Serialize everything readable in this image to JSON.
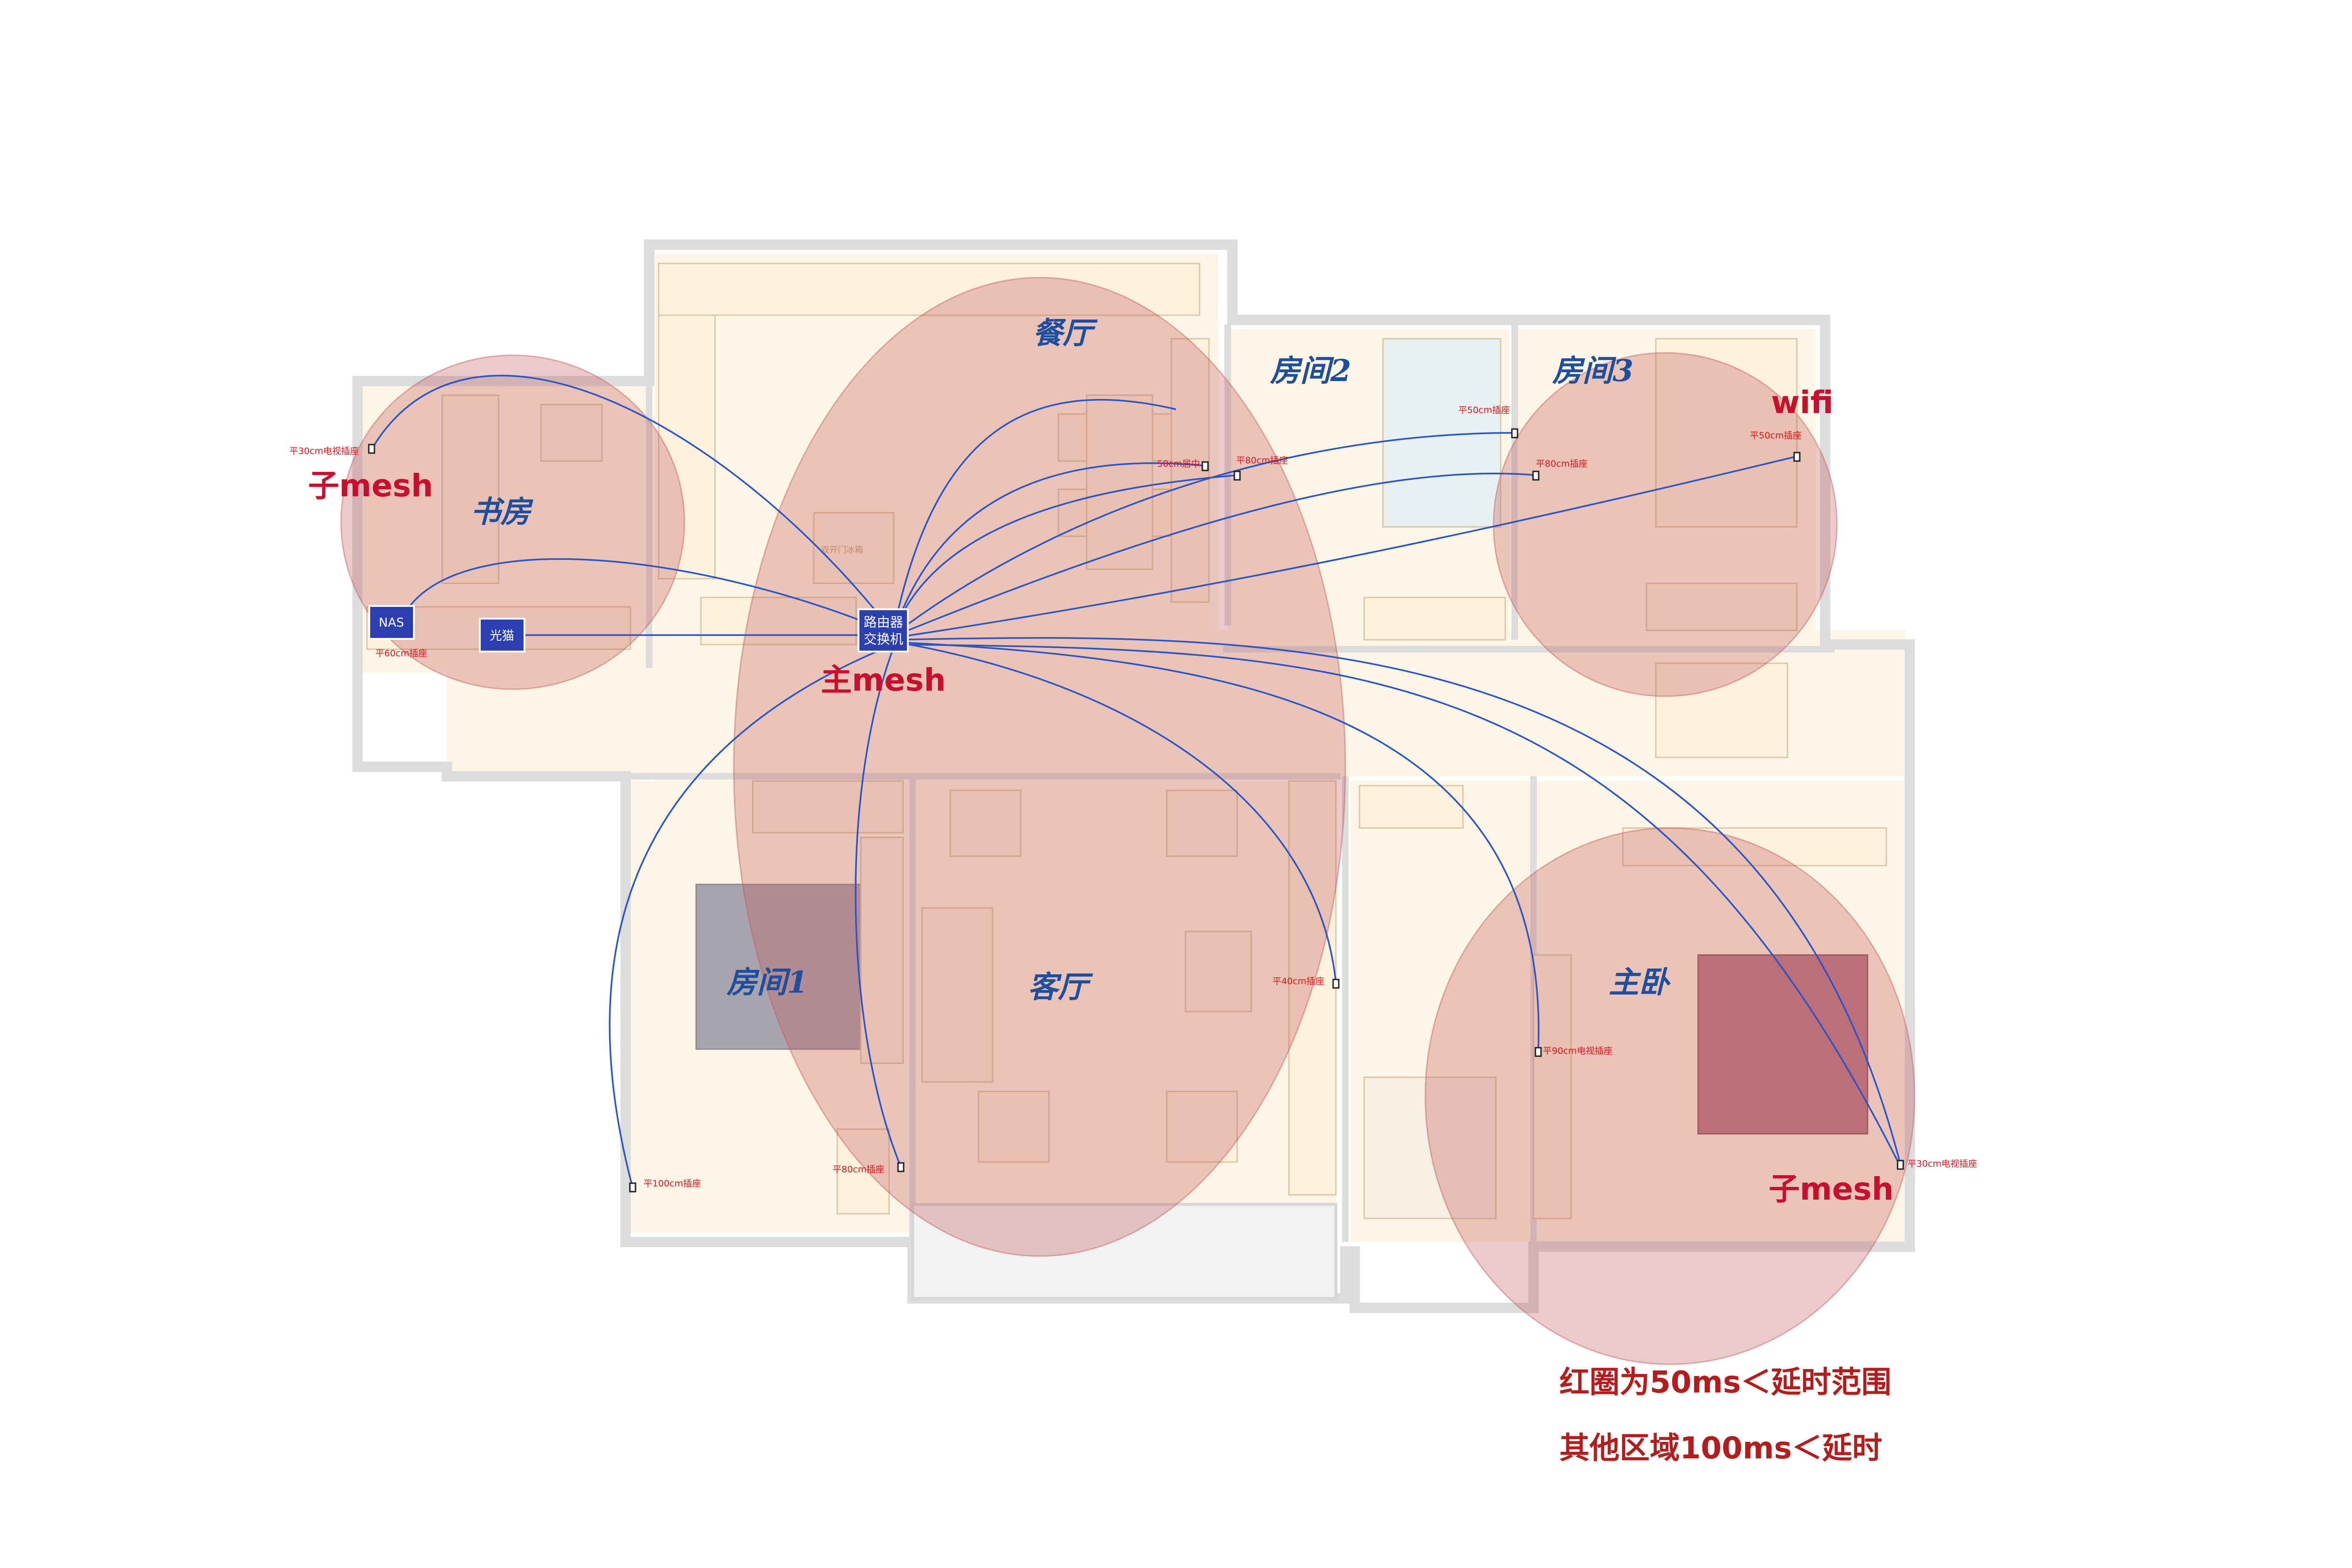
{
  "rooms": {
    "study": "书房",
    "dining": "餐厅",
    "room2": "房间2",
    "room3": "房间3",
    "room1": "房间1",
    "living": "客厅",
    "master": "主卧"
  },
  "mesh": {
    "main": "主mesh",
    "sub_study": "子mesh",
    "sub_master": "子mesh",
    "wifi": "wifi"
  },
  "devices": {
    "router_line1": "路由器",
    "router_line2": "交换机",
    "nas": "NAS",
    "modem": "光猫"
  },
  "sockets": {
    "study_top": "平30cm电视插座",
    "study_bottom": "平60cm插座",
    "dining_mid": "50cm居中",
    "dining_right": "平80cm插座",
    "room2": "平50cm插座",
    "room3_left": "平80cm插座",
    "room3_right": "平50cm插座",
    "living": "平40cm插座",
    "room1_left": "平100cm插座",
    "room1_right": "平80cm插座",
    "master_left": "平90cm电视插座",
    "master_right": "平30cm电视插座"
  },
  "plan_text": {
    "door_label": "双开门冰箱"
  },
  "notes": {
    "line1": "红圈为50ms＜延时范围",
    "line2": "其他区域100ms＜延时"
  },
  "colors": {
    "coverage_red": "#c55a5a",
    "wire_blue": "#2a55c6",
    "mesh_red": "#c8102e",
    "room_label_blue": "#1f4e9c",
    "device_blue": "#2c3fb0"
  }
}
